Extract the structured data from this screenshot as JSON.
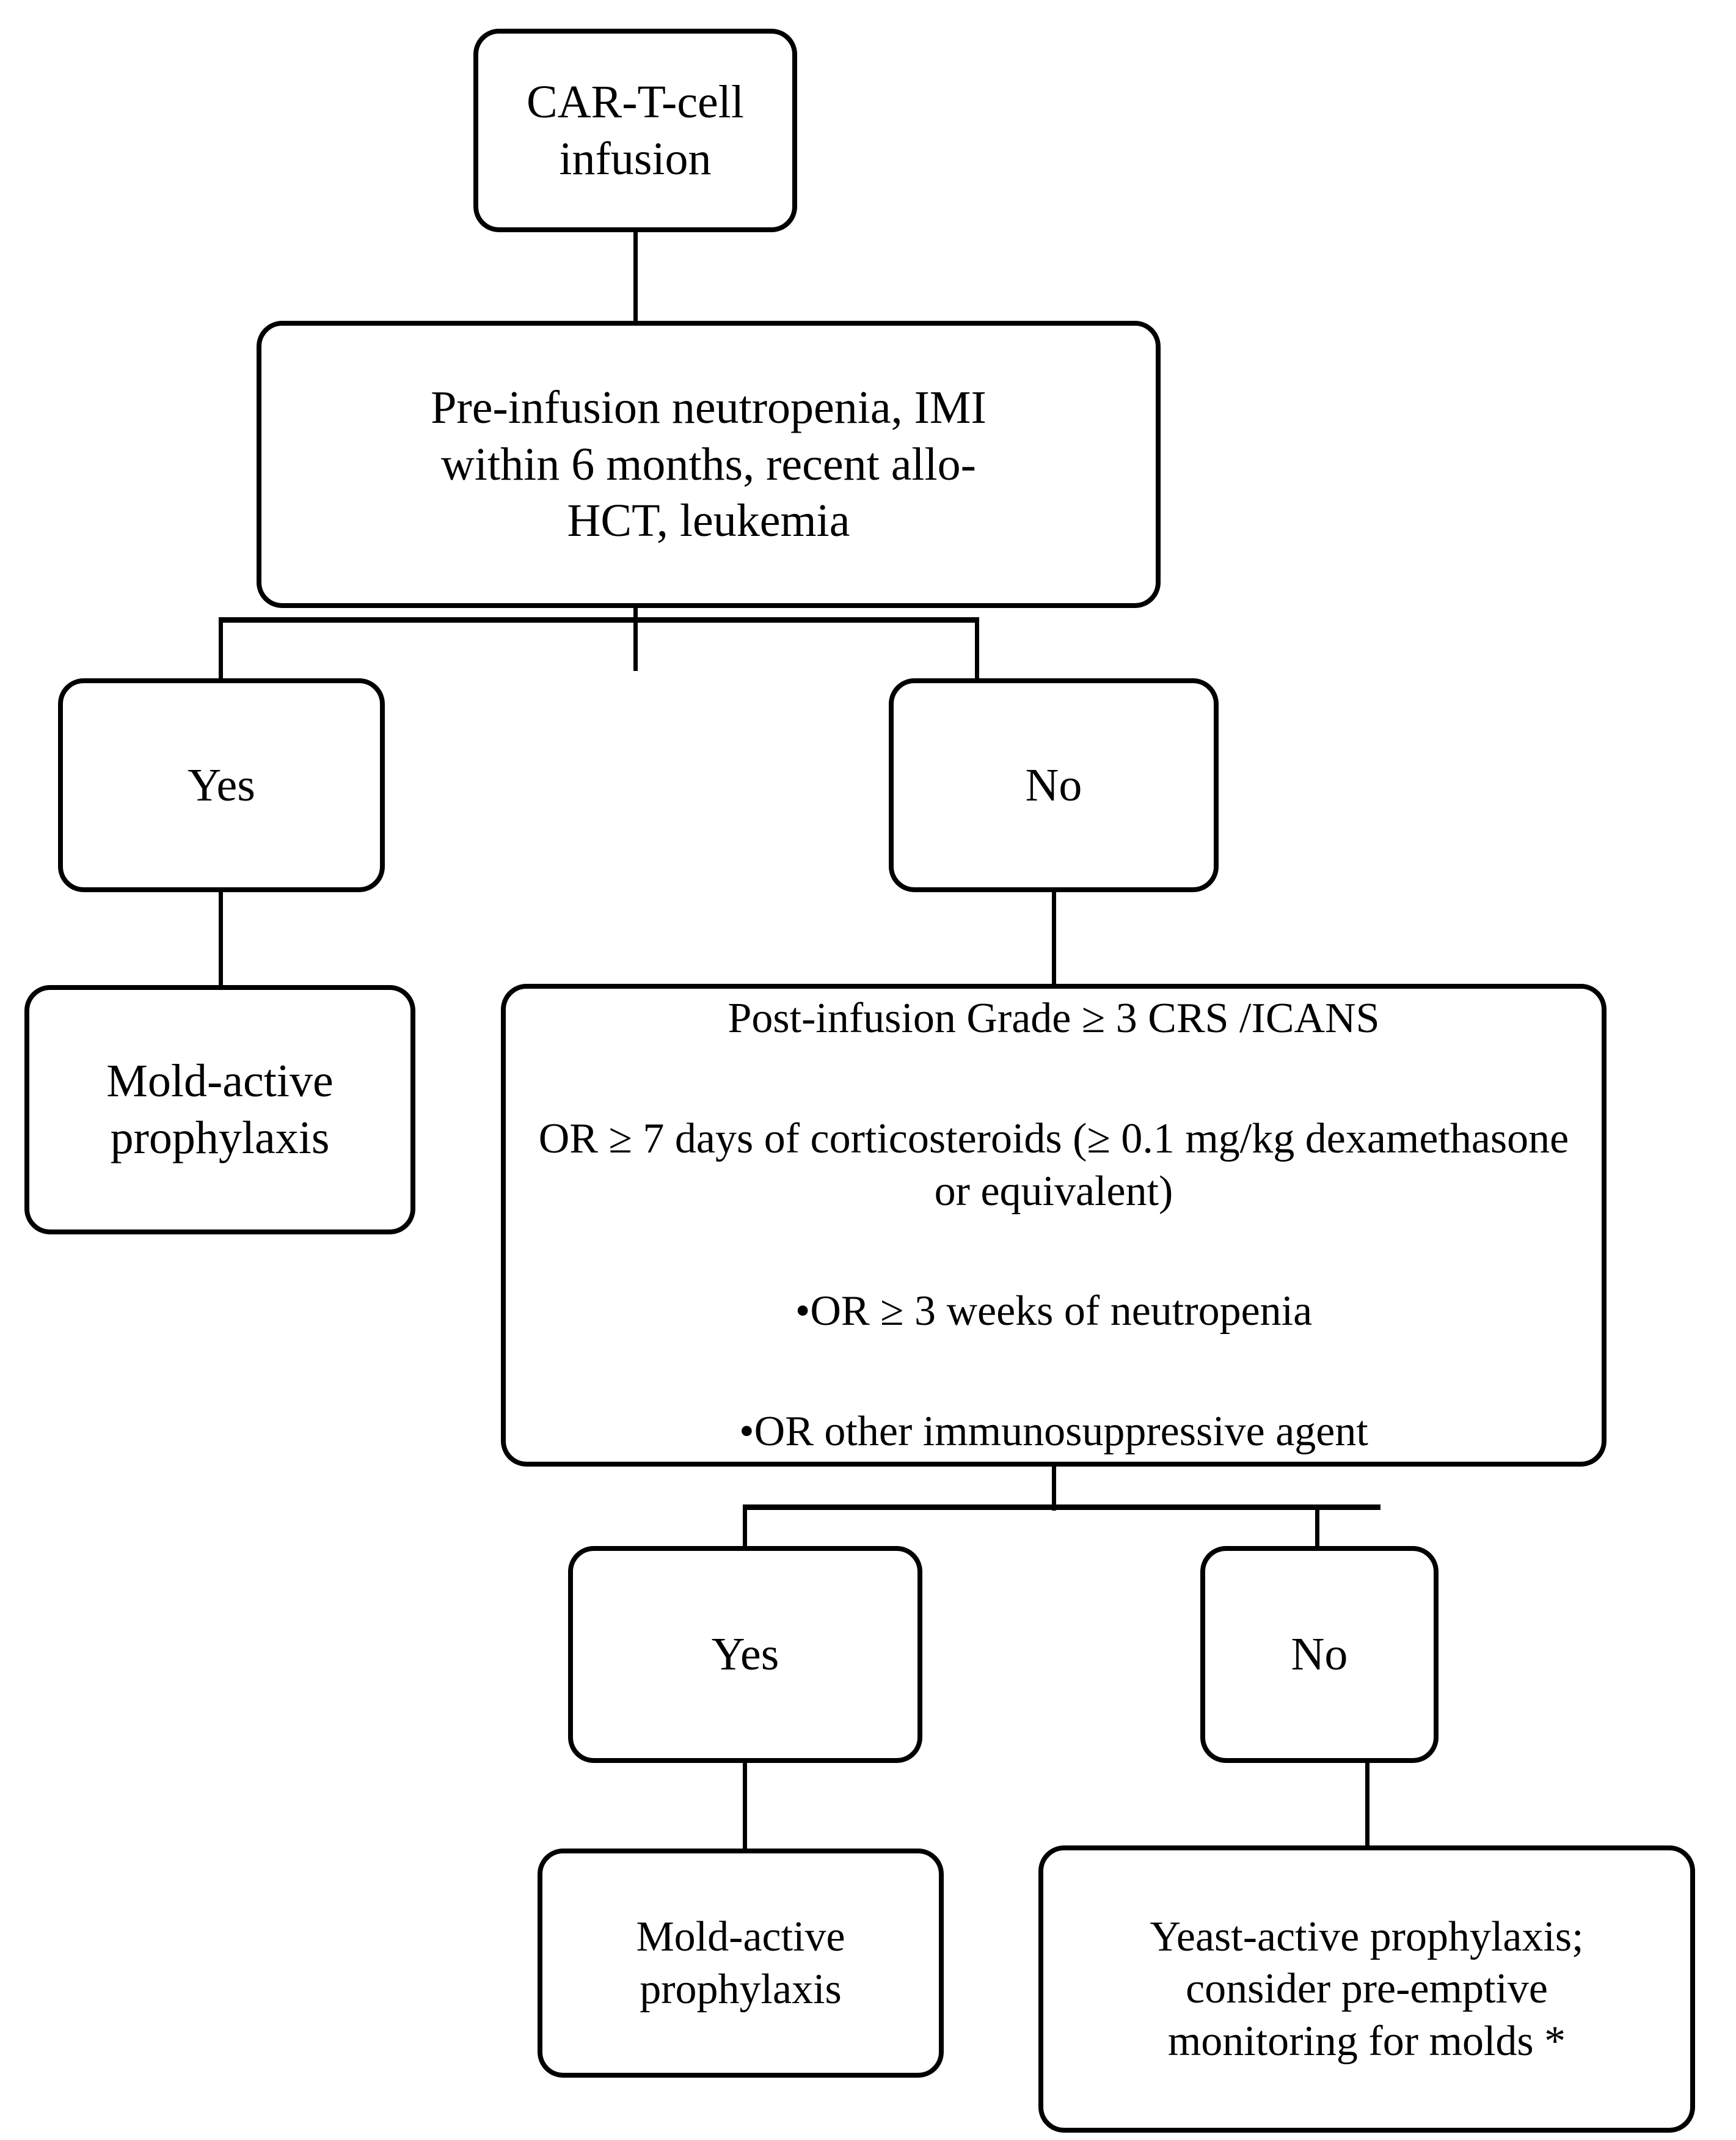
{
  "diagram": {
    "title": "Antifungal prophylaxis decision algorithm for CAR-T-cell therapy",
    "stroke_color": "#000000",
    "background_color": "#ffffff",
    "nodes": {
      "infusion": "CAR-T-cell\ninfusion",
      "pre_infusion_risk": "Pre-infusion neutropenia, IMI\nwithin 6 months, recent allo-\nHCT, leukemia",
      "yes_1": "Yes",
      "no_1": "No",
      "mold_prophylaxis_1": "Mold-active\nprophylaxis",
      "post_infusion_condition": {
        "line_1": "Post-infusion Grade ≥ 3 CRS /ICANS",
        "line_2": "OR ≥ 7 days of corticosteroids (≥ 0.1 mg/kg dexamethasone or equivalent)",
        "line_3": "•OR ≥ 3 weeks of neutropenia",
        "line_4": "•OR other immunosuppressive agent"
      },
      "yes_2": "Yes",
      "no_2": "No",
      "mold_prophylaxis_2": "Mold-active\nprophylaxis",
      "yeast_prophylaxis": "Yeast-active prophylaxis;\nconsider pre-emptive\nmonitoring for molds *"
    }
  }
}
